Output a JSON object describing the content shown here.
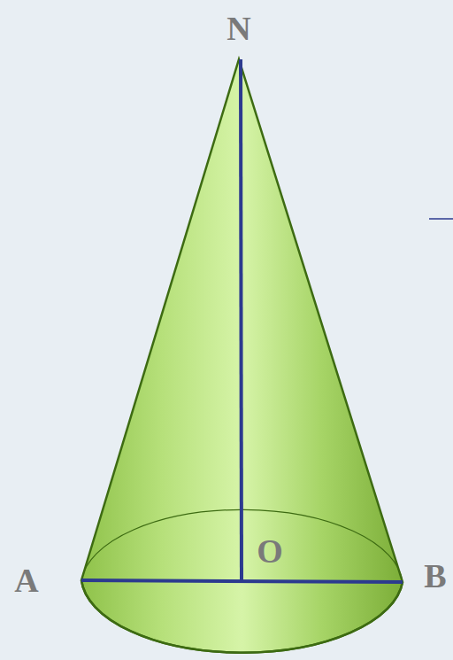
{
  "diagram": {
    "labels": [
      "N",
      "A",
      "O",
      "B"
    ]
  }
}
